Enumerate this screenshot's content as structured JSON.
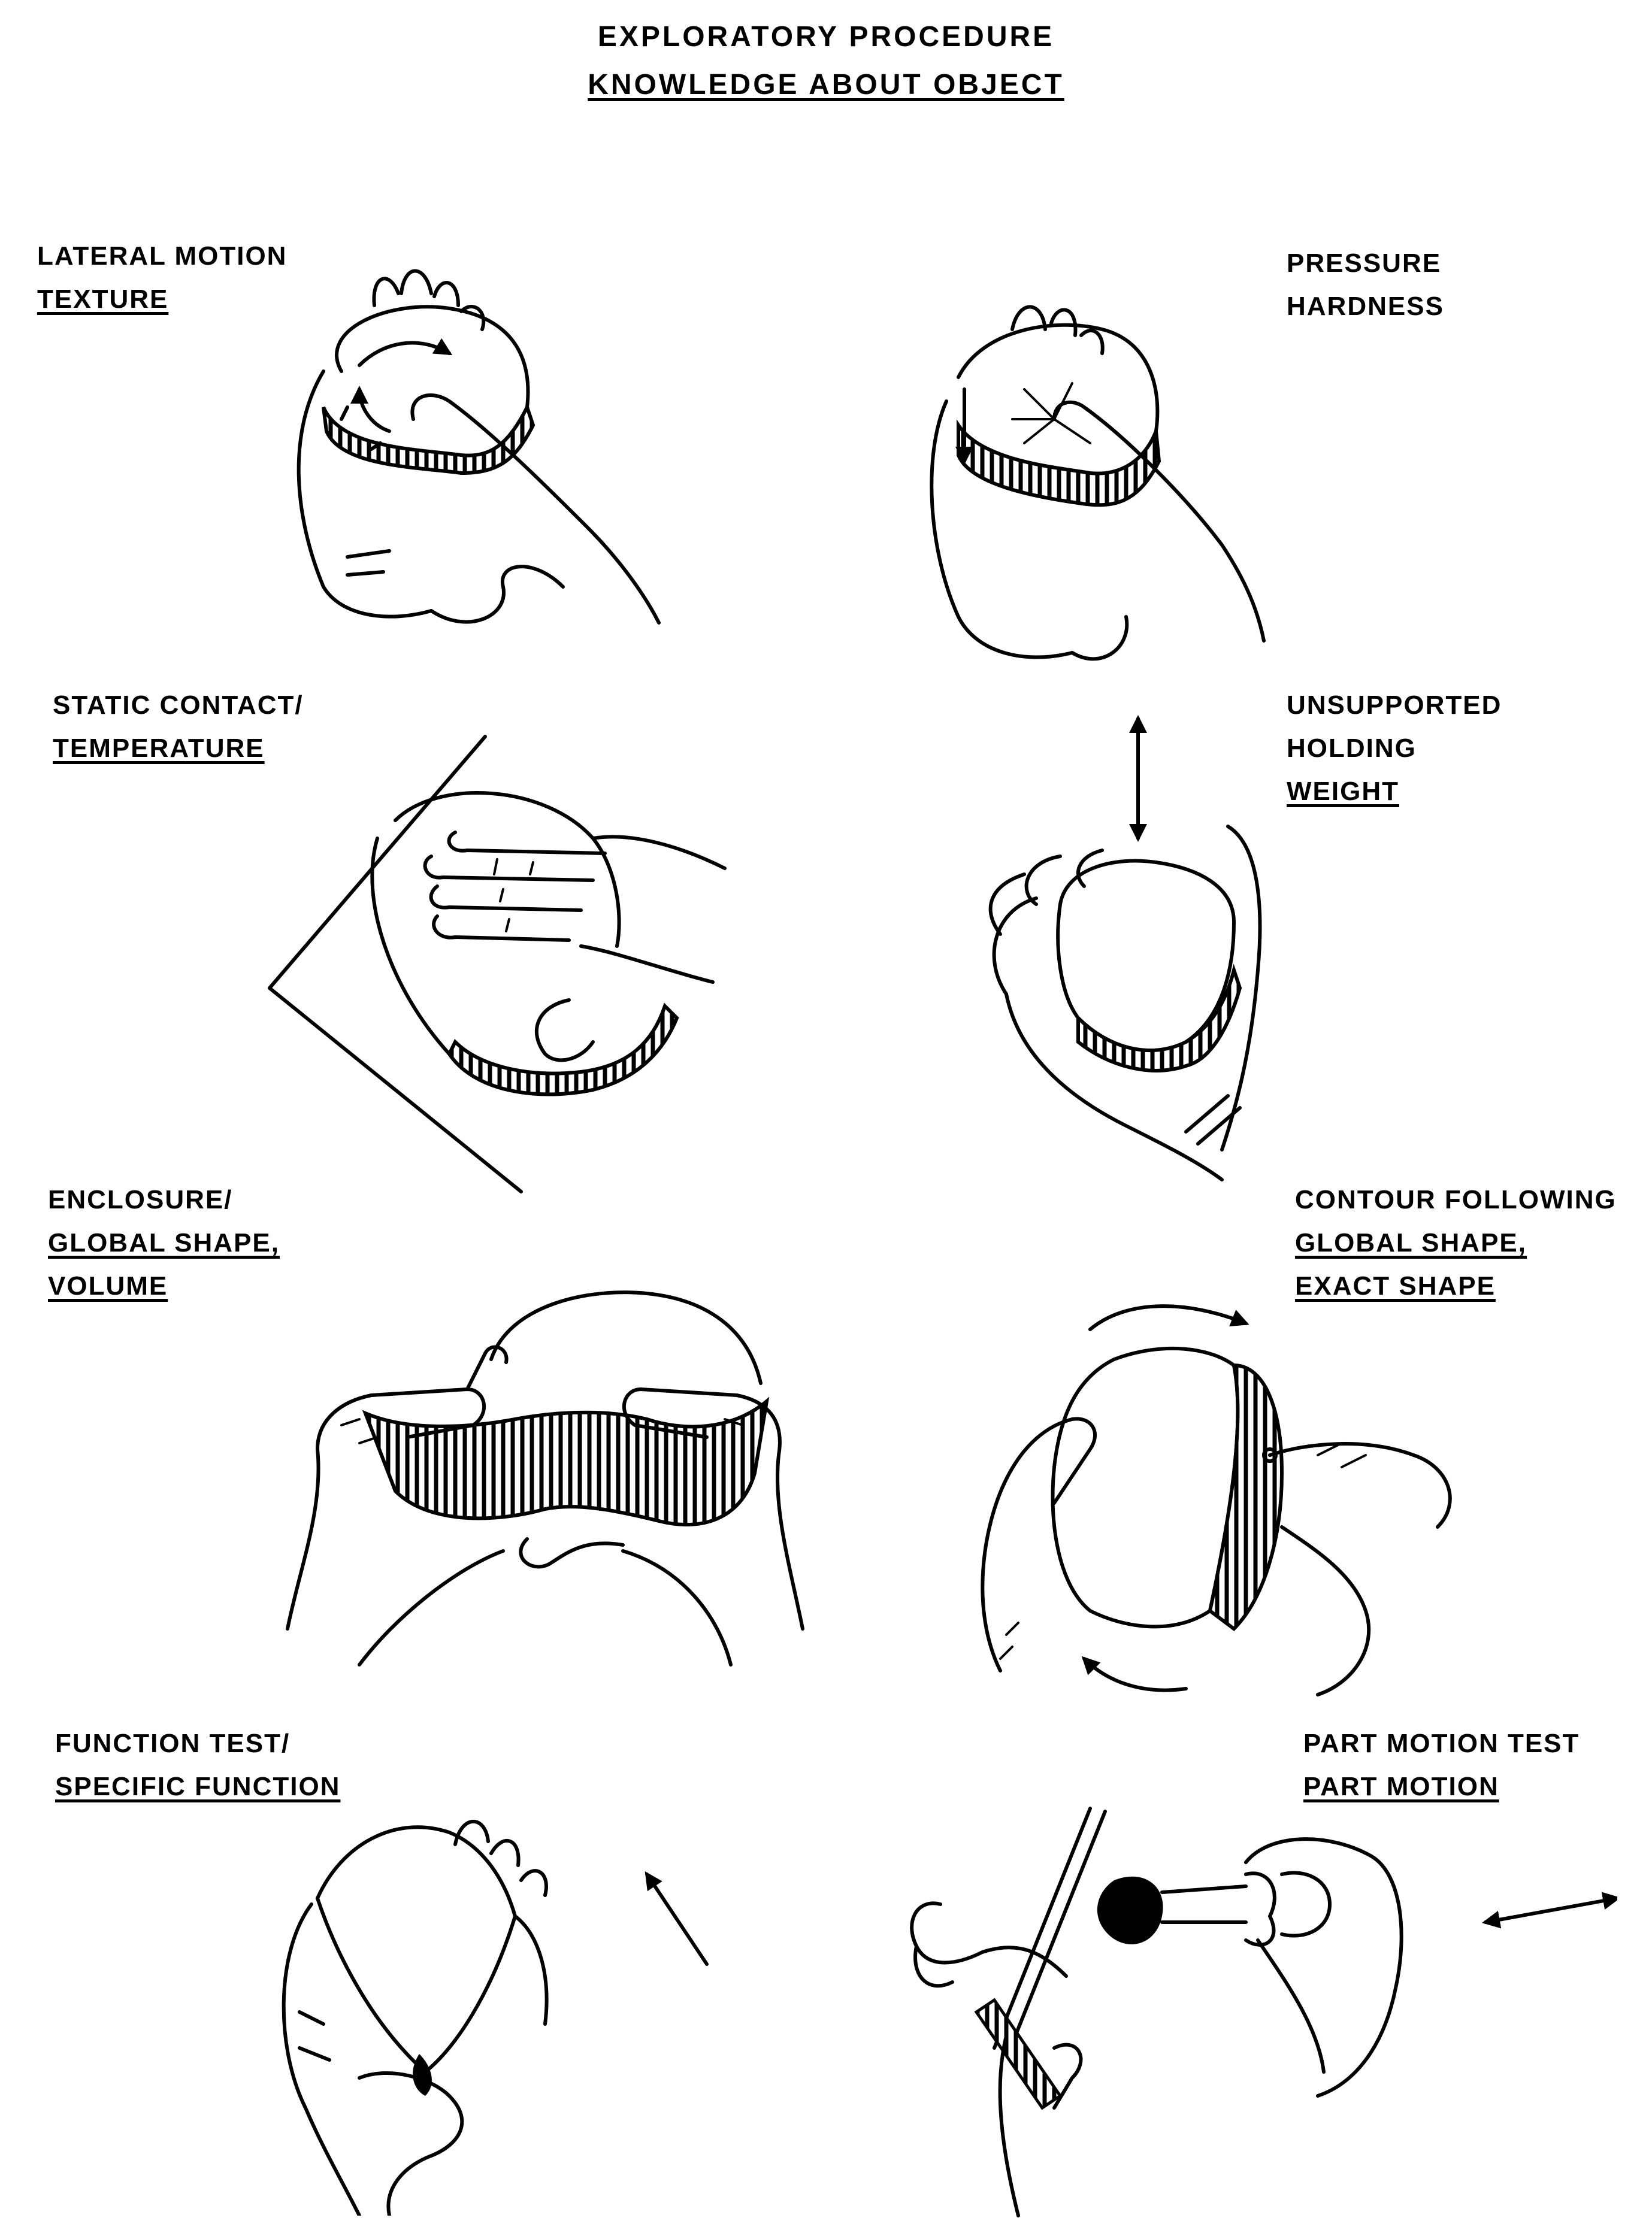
{
  "header": {
    "line1": "EXPLORATORY PROCEDURE",
    "line2": "KNOWLEDGE ABOUT OBJECT"
  },
  "procedures": [
    {
      "name": "LATERAL MOTION",
      "knowledge": [
        "TEXTURE"
      ]
    },
    {
      "name": "PRESSURE",
      "knowledge": [
        "HARDNESS"
      ]
    },
    {
      "name": "STATIC CONTACT/",
      "knowledge": [
        "TEMPERATURE"
      ]
    },
    {
      "name_lines": [
        "UNSUPPORTED",
        "HOLDING"
      ],
      "knowledge": [
        "WEIGHT"
      ]
    },
    {
      "name": "ENCLOSURE/",
      "knowledge": [
        "GLOBAL SHAPE,",
        "VOLUME"
      ]
    },
    {
      "name": "CONTOUR FOLLOWING",
      "knowledge": [
        "GLOBAL SHAPE,",
        "EXACT SHAPE"
      ]
    },
    {
      "name": "FUNCTION TEST/",
      "knowledge": [
        "SPECIFIC FUNCTION"
      ]
    },
    {
      "name": "PART MOTION TEST",
      "knowledge": [
        "PART MOTION"
      ]
    }
  ]
}
